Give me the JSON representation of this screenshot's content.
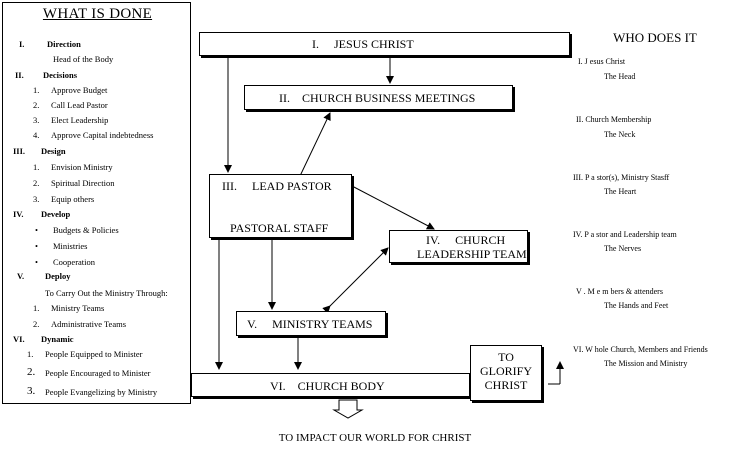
{
  "left_panel": {
    "title": "WHAT IS DONE",
    "sections": [
      {
        "num": "I.",
        "label": "Direction",
        "items": [
          {
            "marker": "",
            "text": "Head of the Body"
          }
        ]
      },
      {
        "num": "II.",
        "label": "Decisions",
        "items": [
          {
            "marker": "1.",
            "text": "Approve Budget"
          },
          {
            "marker": "2.",
            "text": "Call Lead Pastor"
          },
          {
            "marker": "3.",
            "text": "Elect Leadership"
          },
          {
            "marker": "4.",
            "text": "Approve Capital indebtedness"
          }
        ]
      },
      {
        "num": "III.",
        "label": "Design",
        "items": [
          {
            "marker": "1.",
            "text": "Envision Ministry"
          },
          {
            "marker": "2.",
            "text": "Spiritual Direction"
          },
          {
            "marker": "3.",
            "text": "Equip others"
          }
        ]
      },
      {
        "num": "IV.",
        "label": "Develop",
        "items": [
          {
            "marker": "•",
            "text": "Budgets & Policies"
          },
          {
            "marker": "•",
            "text": "Ministries"
          },
          {
            "marker": "•",
            "text": "Cooperation"
          }
        ]
      },
      {
        "num": "V.",
        "label": "Deploy",
        "items": [
          {
            "marker": "",
            "text": "To Carry Out the Ministry Through:"
          },
          {
            "marker": "1.",
            "text": "Ministry Teams"
          },
          {
            "marker": "2.",
            "text": "Administrative Teams"
          }
        ]
      },
      {
        "num": "VI.",
        "label": "Dynamic",
        "items": [
          {
            "marker": "1.",
            "text": "People Equipped to Minister"
          },
          {
            "marker": "2.",
            "text": "People Encouraged to Minister"
          },
          {
            "marker": "3.",
            "text": "People Evangelizing by Ministry"
          }
        ]
      }
    ]
  },
  "boxes": {
    "jesus": {
      "num": "I.",
      "label": "JESUS CHRIST"
    },
    "business": {
      "num": "II.",
      "label": "CHURCH BUSINESS MEETINGS"
    },
    "pastor": {
      "num": "III.",
      "label": "LEAD PASTOR",
      "label2": "PASTORAL STAFF"
    },
    "leadership": {
      "num": "IV.",
      "label": "CHURCH",
      "label2": "LEADERSHIP TEAM"
    },
    "ministry": {
      "num": "V.",
      "label": "MINISTRY TEAMS"
    },
    "body": {
      "num": "VI.",
      "label": "CHURCH BODY"
    },
    "glorify": {
      "line1": "TO",
      "line2": "GLORIFY",
      "line3": "CHRIST"
    }
  },
  "right_panel": {
    "title": "WHO DOES IT",
    "entries": [
      {
        "line1": "I.   J    esus Christ",
        "line2": "The Head"
      },
      {
        "line1": "II. Church      Membership",
        "line2": "The Neck"
      },
      {
        "line1": "III.  P   a   stor(s), Ministry Stasff",
        "line2": "The Heart"
      },
      {
        "line1": "IV.  P   a   stor and Leadership team",
        "line2": "The Nerves"
      },
      {
        "line1": "V .   M  e  m bers & attenders",
        "line2": "The Hands and Feet"
      },
      {
        "line1": "VI.   W      hole Church, Members and Friends",
        "line2": "The Mission and Ministry"
      }
    ]
  },
  "footer": "TO IMPACT OUR WORLD FOR CHRIST"
}
